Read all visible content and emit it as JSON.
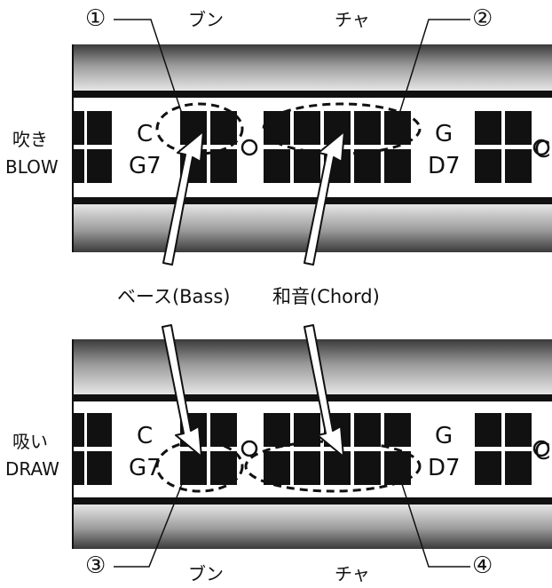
{
  "callouts": {
    "c1": "①",
    "c2": "②",
    "c3": "③",
    "c4": "④"
  },
  "top": {
    "bun": "ブン",
    "cha": "チャ"
  },
  "bottom": {
    "bun": "ブン",
    "cha": "チャ"
  },
  "blow_panel": {
    "side_label_jp": "吹き",
    "side_label_en": "BLOW",
    "chord_c": "C",
    "chord_g7": "G7",
    "chord_g": "G",
    "chord_d7": "D7",
    "chord_c_right": "C"
  },
  "draw_panel": {
    "side_label_jp": "吸い",
    "side_label_en": "DRAW",
    "chord_c": "C",
    "chord_g7": "G7",
    "chord_g": "G",
    "chord_d7": "D7",
    "chord_c_right": "C"
  },
  "middle": {
    "bass_label": "ベース(Bass)",
    "chord_label": "和音(Chord)"
  },
  "colors": {
    "ink": "#111111",
    "band_dark": "#2a2a2a",
    "band_light": "#ffffff"
  }
}
